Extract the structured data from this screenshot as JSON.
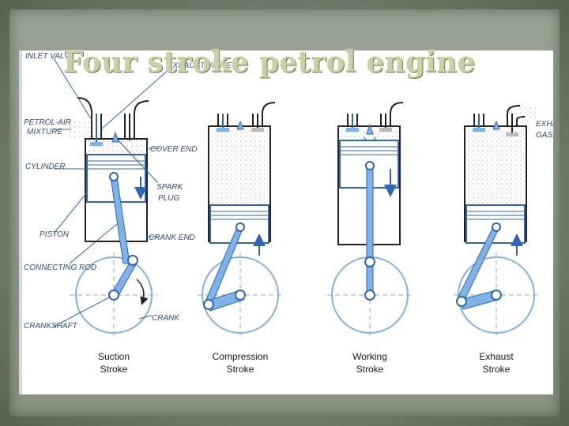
{
  "slide": {
    "title": "Four stroke petrol engine"
  },
  "labels": {
    "inlet_valve": "INLET VALVE",
    "exhaust_valve": "EXHAUST VALVE",
    "petrol_air": "PETROL-AIR",
    "mixture": "MIXTURE",
    "cylinder": "CYLINDER",
    "cover_end": "COVER END",
    "spark": "SPARK",
    "plug": "PLUG",
    "crank_end": "CRANK END",
    "piston": "PISTON",
    "connecting_rod": "CONNECTING ROD",
    "crank": "CRANK",
    "crankshaft": "CRANKSHAFT",
    "exhaust_gases_1": "EXHAU",
    "exhaust_gases_2": "GASES"
  },
  "strokes": [
    {
      "line1": "Suction",
      "line2": "Stroke"
    },
    {
      "line1": "Compression",
      "line2": "Stroke"
    },
    {
      "line1": "Working",
      "line2": "Stroke"
    },
    {
      "line1": "Exhaust",
      "line2": "Stroke"
    }
  ],
  "colors": {
    "blue": "#2f66b3",
    "light_blue": "#7fb2e6",
    "ink": "#222222"
  }
}
